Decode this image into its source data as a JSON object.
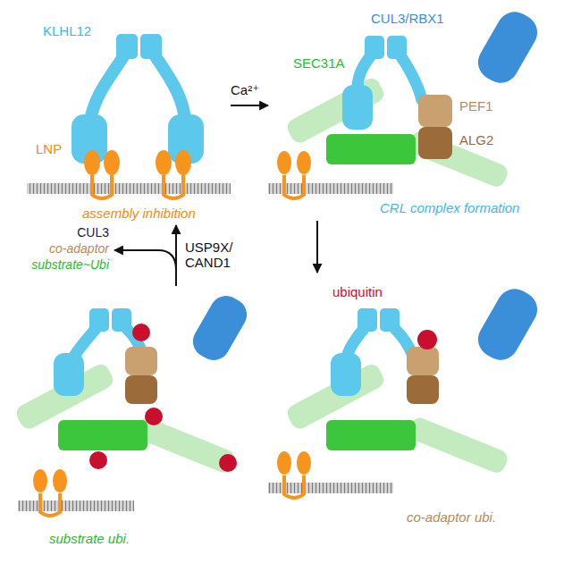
{
  "diagram": {
    "nodes": [
      {
        "text": [
          "KLHL12",
          "LNP",
          "assembly inhibition"
        ]
      },
      {
        "text": [
          "CUL3/RBX1",
          "SEC31A",
          "PEF1",
          "ALG2",
          "CRL complex formation"
        ]
      },
      {
        "text": [
          "substrate ubi."
        ]
      },
      {
        "text": [
          "ubiquitin",
          "co-adaptor ubi."
        ]
      }
    ],
    "edges": [
      {
        "from": 0,
        "to": 1,
        "label": "Ca²⁺",
        "arrow": "to"
      },
      {
        "from": 1,
        "to": 3,
        "arrow": "to"
      },
      {
        "from": 2,
        "to": 0,
        "label": "USP9X/ CAND1",
        "arrow": "to"
      }
    ],
    "labels": [
      "CUL3",
      "co-adaptor",
      "substrate~Ubi"
    ]
  }
}
